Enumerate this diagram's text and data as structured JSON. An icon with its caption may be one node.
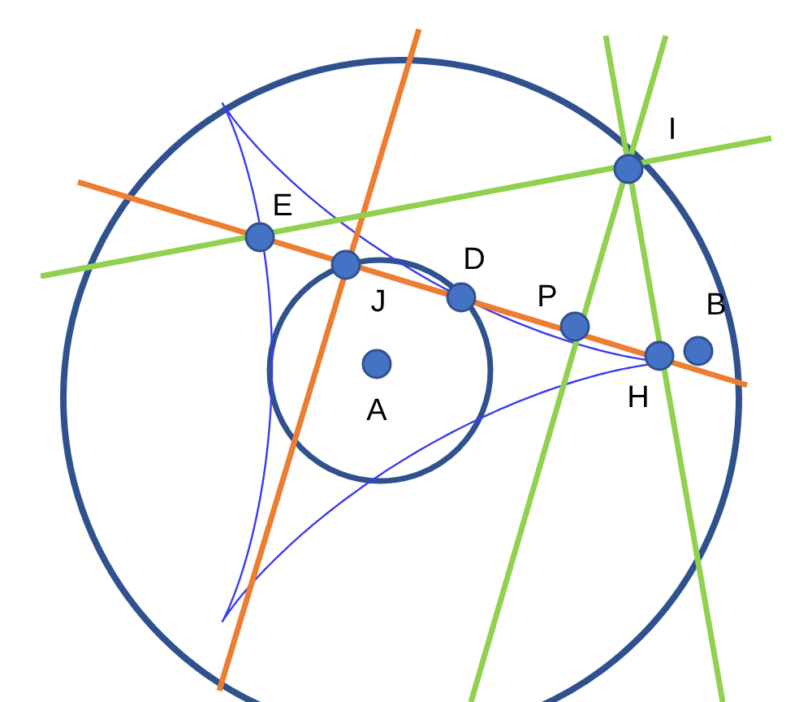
{
  "diagram": {
    "labels": [
      "I",
      "E",
      "D",
      "P",
      "B",
      "J",
      "H",
      "A"
    ]
  }
}
